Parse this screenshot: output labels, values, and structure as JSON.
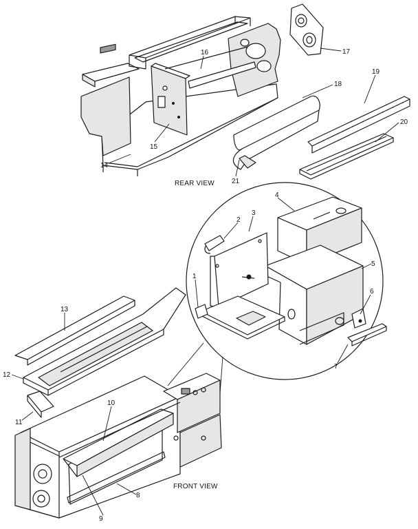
{
  "views": {
    "rear": "REAR VIEW",
    "front": "FRONT VIEW"
  },
  "callouts": {
    "c1": "1",
    "c2": "2",
    "c3": "3",
    "c4": "4",
    "c5": "5",
    "c6": "6",
    "c7": "7",
    "c8": "8",
    "c9": "9",
    "c10": "10",
    "c11": "11",
    "c12": "12",
    "c13": "13",
    "c14": "14",
    "c15": "15",
    "c16": "16",
    "c17": "17",
    "c18": "18",
    "c19": "19",
    "c20": "20",
    "c21": "21"
  }
}
